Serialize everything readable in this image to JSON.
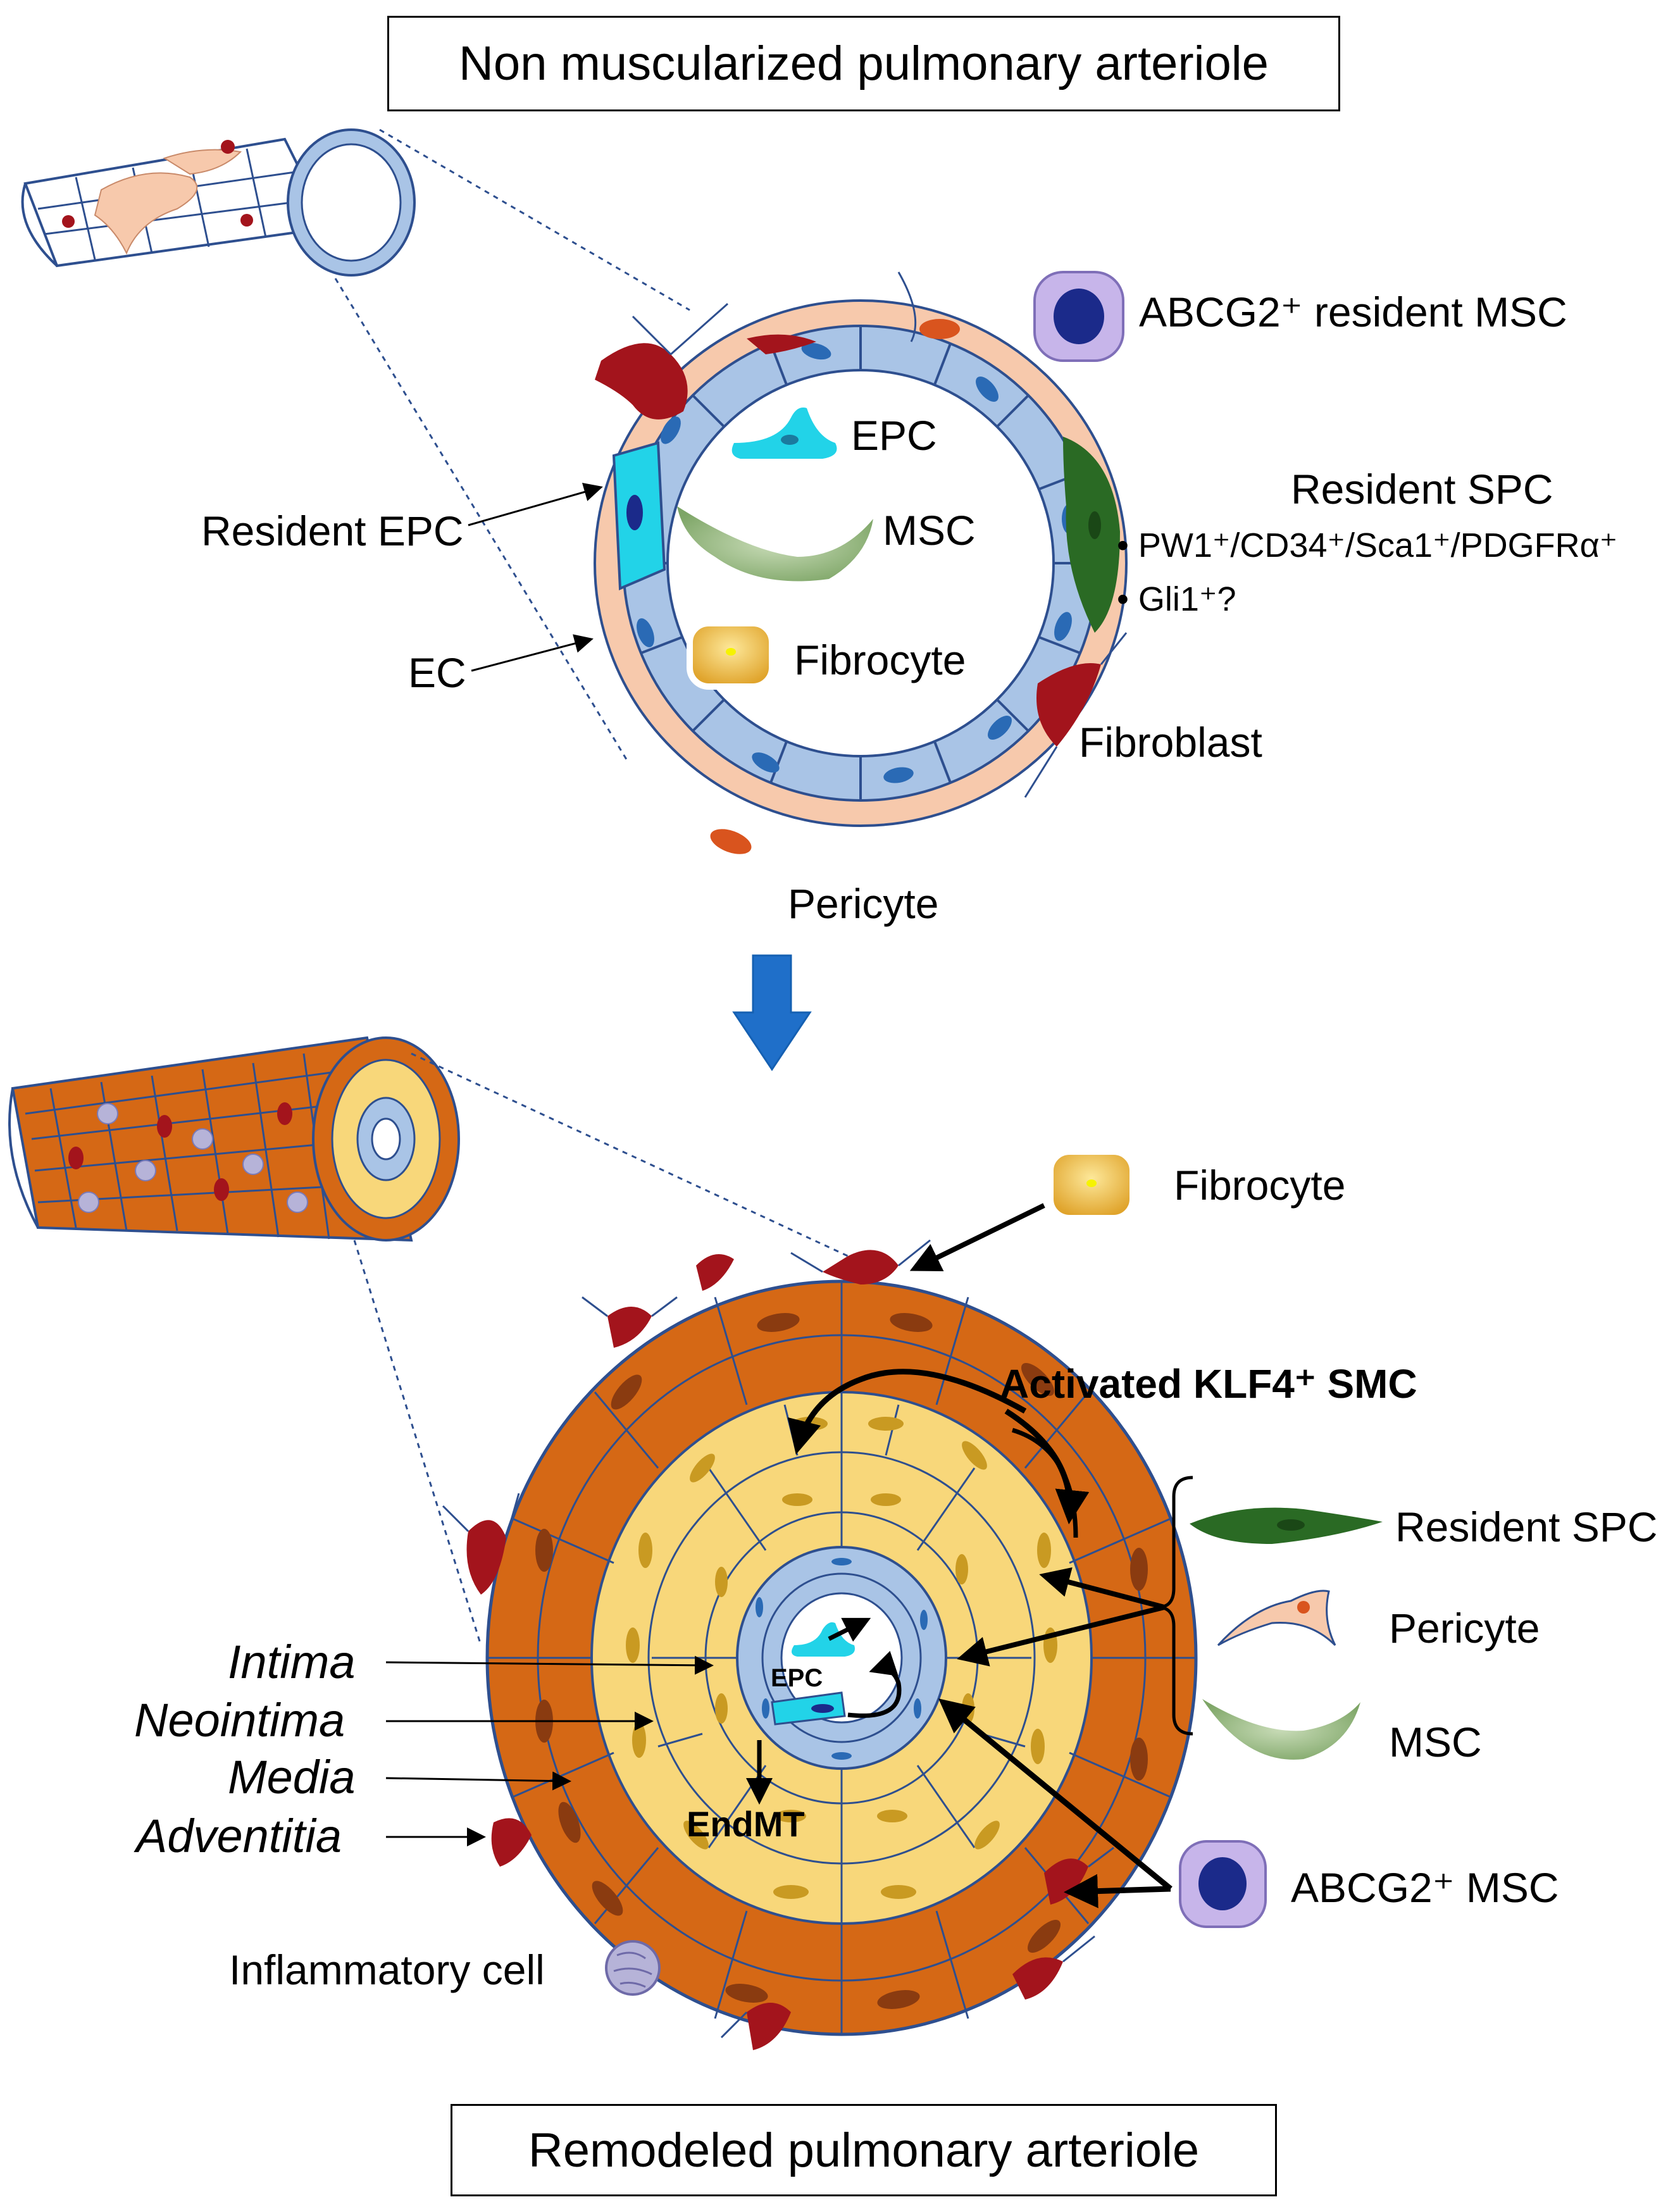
{
  "titles": {
    "top": "Non muscularized pulmonary arteriole",
    "bottom": "Remodeled pulmonary arteriole"
  },
  "top_labels": {
    "abcg2_resident_msc": "ABCG2⁺ resident MSC",
    "epc": "EPC",
    "msc": "MSC",
    "fibrocyte": "Fibrocyte",
    "resident_epc": "Resident EPC",
    "ec": "EC",
    "resident_spc": "Resident SPC",
    "spc_marker_1": "• PW1⁺/CD34⁺/Sca1⁺/PDGFRα⁺",
    "spc_marker_2": "• Gli1⁺?",
    "fibroblast": "Fibroblast",
    "pericyte": "Pericyte"
  },
  "bottom_labels": {
    "fibrocyte": "Fibrocyte",
    "activated_smc": "Activated KLF4⁺ SMC",
    "resident_spc": "Resident SPC",
    "pericyte": "Pericyte",
    "msc": "MSC",
    "abcg2_msc": "ABCG2⁺ MSC",
    "epc": "EPC",
    "endmt": "EndMT",
    "intima": "Intima",
    "neointima": "Neointima",
    "media": "Media",
    "adventitia": "Adventitia",
    "inflammatory_cell": "Inflammatory cell"
  },
  "colors": {
    "endothelium": "#a9c4e6",
    "endothelium_nucleus": "#2a6ab5",
    "pericyte": "#f7c9ac",
    "pericyte_nucleus": "#d9541e",
    "fibroblast": "#a3141c",
    "epc": "#22d3e8",
    "msc": "#8fb37a",
    "spc": "#2a6a24",
    "abcg2_msc": "#c7b5ea",
    "abcg2_nucleus": "#1b2a8a",
    "fibrocyte": "#e8b94a",
    "media": "#d56815",
    "neointima": "#f8d77a",
    "vessel_outline": "#2e4f8f",
    "down_arrow": "#1f6fc9"
  }
}
